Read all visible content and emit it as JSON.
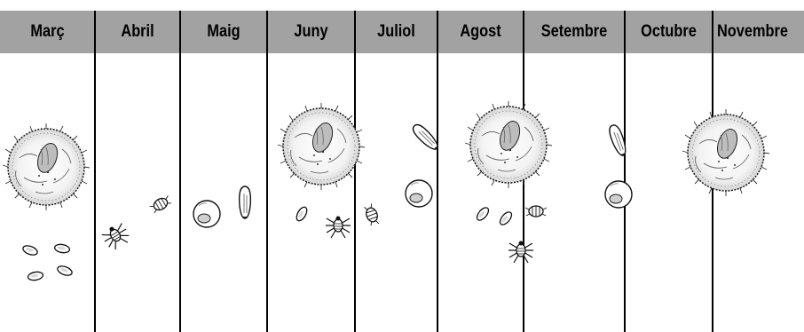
{
  "calendar": {
    "months": [
      {
        "label": "Març"
      },
      {
        "label": "Abril"
      },
      {
        "label": "Maig"
      },
      {
        "label": "Juny"
      },
      {
        "label": "Juliol"
      },
      {
        "label": "Agost"
      },
      {
        "label": "Setembre"
      },
      {
        "label": "Octubre"
      },
      {
        "label": "Novembre"
      }
    ],
    "colors": {
      "header": "#a2a2a2",
      "lines": "#000000",
      "background": "#ffffff"
    }
  }
}
